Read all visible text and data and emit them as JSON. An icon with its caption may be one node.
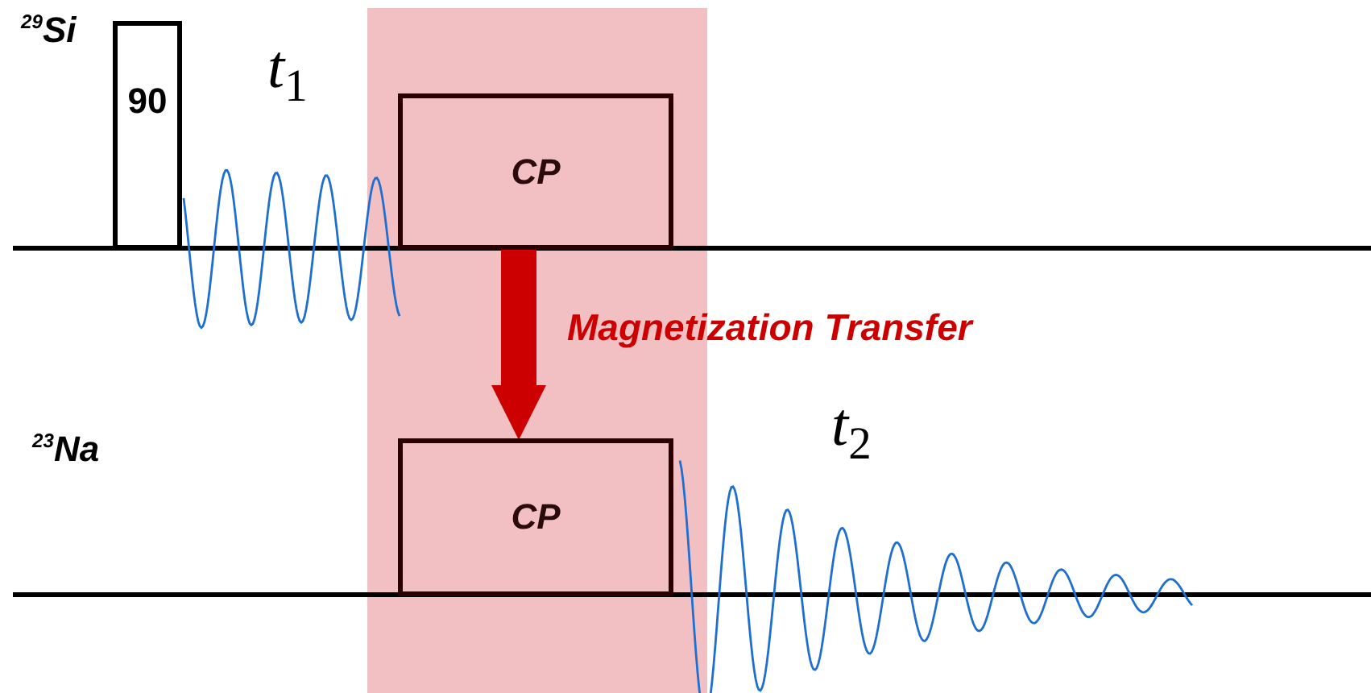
{
  "diagram": {
    "nodes": [
      {
        "text": [
          "90"
        ]
      },
      {
        "text": [
          "CP"
        ]
      },
      {
        "text": [
          "CP"
        ]
      }
    ],
    "edges": [
      {
        "from": 1,
        "to": 2,
        "arrow": "to",
        "label": "Magnetization Transfer",
        "color": "#cc0000"
      }
    ],
    "labels": [
      "$^{29}$Si",
      "*t*$_{1}$",
      "$^{23}$Na",
      "*t*$_{2}$"
    ]
  }
}
